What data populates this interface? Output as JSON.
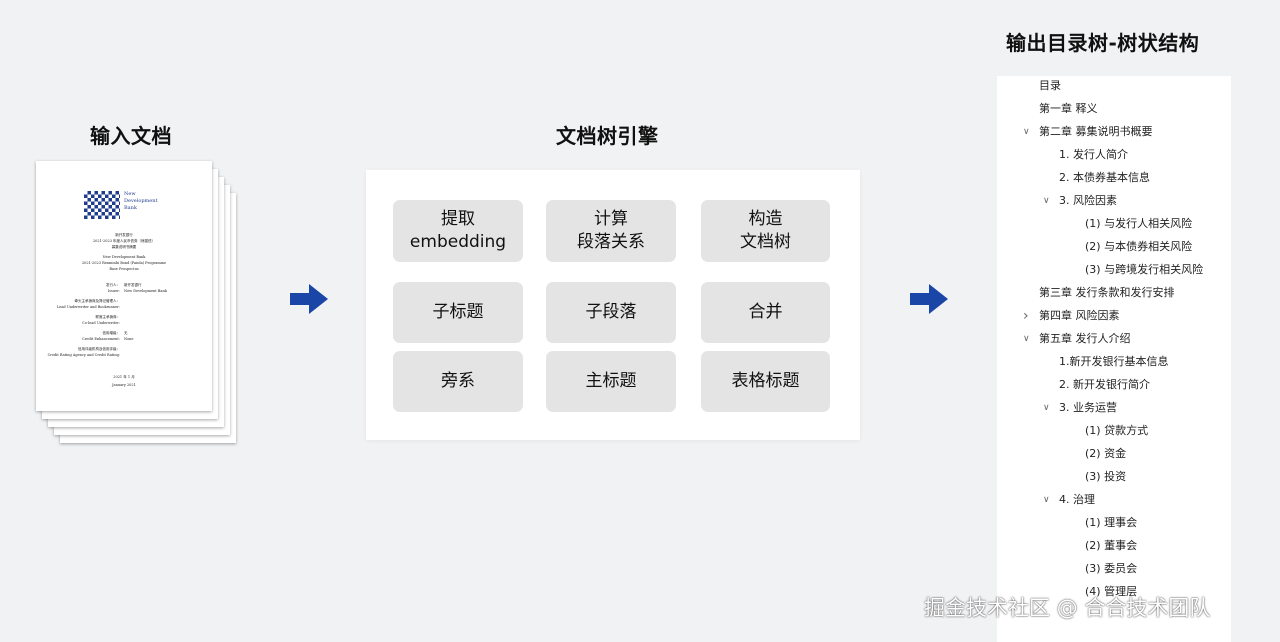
{
  "headings": {
    "input": "输入文档",
    "engine": "文档树引擎",
    "output": "输出目录树-树状结构"
  },
  "document": {
    "logo_text": "New Development Bank",
    "lines": [
      "新开发银行",
      "2021-2023 年度人民币债券（熊猫债）",
      "募集说明书摘要",
      "New Development Bank",
      "2021-2023 Renminbi Bond (Panda) Programme",
      "Base Prospectus",
      "发行人：",
      "新开发银行",
      "Issuer:",
      "New Development Bank",
      "牵头主承销商及簿记管理人：",
      "Lead Underwriter and Bookrunner:",
      "联席主承销商：",
      "Co-lead Underwriter:",
      "信用增级：",
      "无",
      "Credit Enhancement:",
      "None",
      "信用评级机构及信用评级：",
      "Credit Rating Agency and Credit Rating:",
      "2021 年 1 月",
      "January 2021"
    ]
  },
  "engine": {
    "steps": [
      "提取\nembedding",
      "计算\n段落关系",
      "构造\n文档树",
      "子标题",
      "子段落",
      "合并",
      "旁系",
      "主标题",
      "表格标题"
    ]
  },
  "tree": {
    "items": [
      {
        "label": "目录",
        "depth": 0,
        "chevron": ""
      },
      {
        "label": "第一章 释义",
        "depth": 0,
        "chevron": ""
      },
      {
        "label": "第二章 募集说明书概要",
        "depth": 0,
        "chevron": "expanded"
      },
      {
        "label": "1.  发行人简介",
        "depth": 1,
        "chevron": ""
      },
      {
        "label": "2.  本债券基本信息",
        "depth": 1,
        "chevron": ""
      },
      {
        "label": "3.  风险因素",
        "depth": 1,
        "chevron": "expanded"
      },
      {
        "label": "(1)  与发行人相关风险",
        "depth": 2,
        "chevron": ""
      },
      {
        "label": "(2)  与本债券相关风险",
        "depth": 2,
        "chevron": ""
      },
      {
        "label": "(3)  与跨境发行相关风险",
        "depth": 2,
        "chevron": ""
      },
      {
        "label": "第三章 发行条款和发行安排",
        "depth": 0,
        "chevron": ""
      },
      {
        "label": "第四章 风险因素",
        "depth": 0,
        "chevron": "collapsed"
      },
      {
        "label": "第五章 发行人介绍",
        "depth": 0,
        "chevron": "expanded"
      },
      {
        "label": "1.新开发银行基本信息",
        "depth": 1,
        "chevron": ""
      },
      {
        "label": "2.  新开发银行简介",
        "depth": 1,
        "chevron": ""
      },
      {
        "label": "3.  业务运营",
        "depth": 1,
        "chevron": "expanded"
      },
      {
        "label": "(1)  贷款方式",
        "depth": 2,
        "chevron": ""
      },
      {
        "label": "(2)  资金",
        "depth": 2,
        "chevron": ""
      },
      {
        "label": "(3)  投资",
        "depth": 2,
        "chevron": ""
      },
      {
        "label": "4.  治理",
        "depth": 1,
        "chevron": "expanded"
      },
      {
        "label": "(1)  理事会",
        "depth": 2,
        "chevron": ""
      },
      {
        "label": "(2)  董事会",
        "depth": 2,
        "chevron": ""
      },
      {
        "label": "(3)  委员会",
        "depth": 2,
        "chevron": ""
      },
      {
        "label": "(4)  管理层",
        "depth": 2,
        "chevron": ""
      }
    ]
  },
  "watermark": "掘金技术社区 @ 合合技术团队",
  "colors": {
    "background": "#f1f2f4",
    "arrow": "#1a46a8",
    "step_box": "#e4e4e4",
    "logo": "#1f3c8f"
  }
}
